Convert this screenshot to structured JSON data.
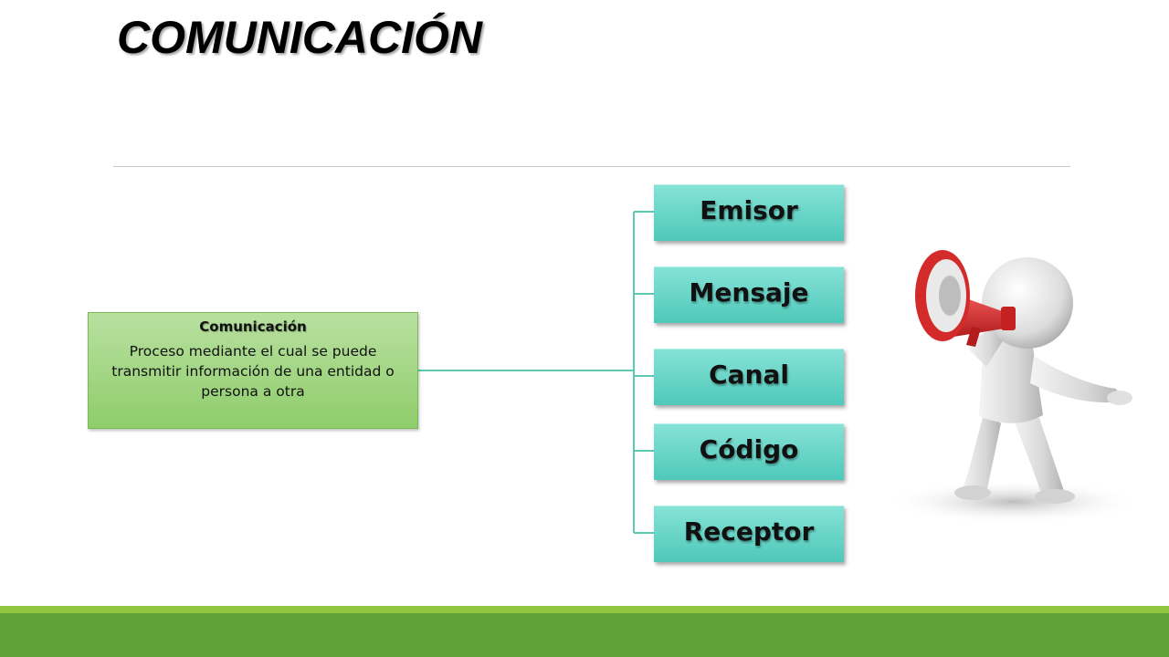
{
  "slide": {
    "title": "COMUNICACIÓN"
  },
  "diagram": {
    "main": {
      "title": "Comunicación",
      "text": "Proceso mediante el cual se puede transmitir información de una entidad o persona a otra"
    },
    "nodes": [
      {
        "label": "Emisor"
      },
      {
        "label": "Mensaje"
      },
      {
        "label": "Canal"
      },
      {
        "label": "Código"
      },
      {
        "label": "Receptor"
      }
    ]
  },
  "colors": {
    "main_box": "#8fcd6b",
    "node_box": "#4ec9ba",
    "connector": "#5cc9b5",
    "band_light": "#8fc73e",
    "band_dark": "#5fa336"
  },
  "icons": {
    "illustration": "person-with-megaphone-icon"
  }
}
